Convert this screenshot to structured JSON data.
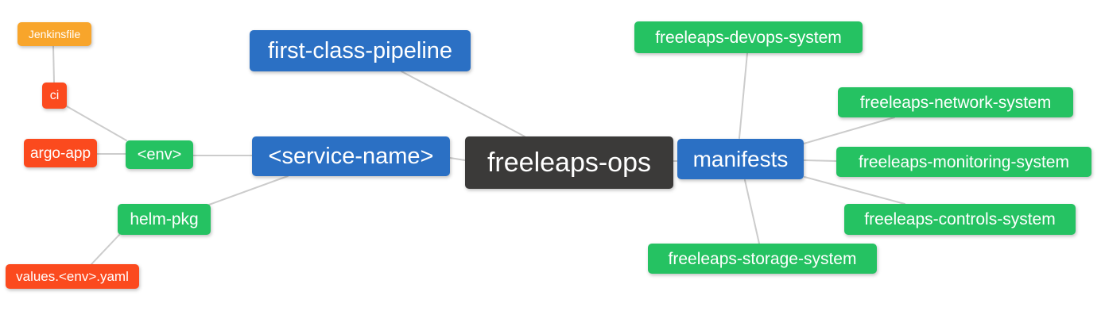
{
  "diagram": {
    "title": "freeleaps-ops mindmap",
    "palette": {
      "root_dark": "#3b3a39",
      "branch_blue": "#2b70c4",
      "leaf_green": "#25c262",
      "leaf_red": "#fb4a1e",
      "leaf_amber": "#f8a52b",
      "edge_gray": "#cccccc",
      "text": "#ffffff",
      "background": "#ffffff"
    },
    "nodes": {
      "root": {
        "label": "freeleaps-ops",
        "color": "#3b3a39"
      },
      "first_class_pipeline": {
        "label": "first-class-pipeline",
        "color": "#2b70c4"
      },
      "service_name": {
        "label": "<service-name>",
        "color": "#2b70c4"
      },
      "env": {
        "label": "<env>",
        "color": "#25c262"
      },
      "ci": {
        "label": "ci",
        "color": "#fb4a1e"
      },
      "jenkinsfile": {
        "label": "Jenkinsfile",
        "color": "#f8a52b"
      },
      "argo_app": {
        "label": "argo-app",
        "color": "#fb4a1e"
      },
      "helm_pkg": {
        "label": "helm-pkg",
        "color": "#25c262"
      },
      "values_yaml": {
        "label": "values.<env>.yaml",
        "color": "#fb4a1e"
      },
      "manifests": {
        "label": "manifests",
        "color": "#2b70c4"
      },
      "devops_system": {
        "label": "freeleaps-devops-system",
        "color": "#25c262"
      },
      "network_system": {
        "label": "freeleaps-network-system",
        "color": "#25c262"
      },
      "monitoring_system": {
        "label": "freeleaps-monitoring-system",
        "color": "#25c262"
      },
      "controls_system": {
        "label": "freeleaps-controls-system",
        "color": "#25c262"
      },
      "storage_system": {
        "label": "freeleaps-storage-system",
        "color": "#25c262"
      }
    },
    "edges": [
      [
        "jenkinsfile",
        "ci"
      ],
      [
        "ci",
        "env"
      ],
      [
        "argo_app",
        "env"
      ],
      [
        "env",
        "service_name"
      ],
      [
        "service_name",
        "helm_pkg"
      ],
      [
        "helm_pkg",
        "values_yaml"
      ],
      [
        "service_name",
        "root"
      ],
      [
        "first_class_pipeline",
        "root"
      ],
      [
        "root",
        "manifests"
      ],
      [
        "manifests",
        "devops_system"
      ],
      [
        "manifests",
        "network_system"
      ],
      [
        "manifests",
        "monitoring_system"
      ],
      [
        "manifests",
        "controls_system"
      ],
      [
        "manifests",
        "storage_system"
      ]
    ]
  }
}
